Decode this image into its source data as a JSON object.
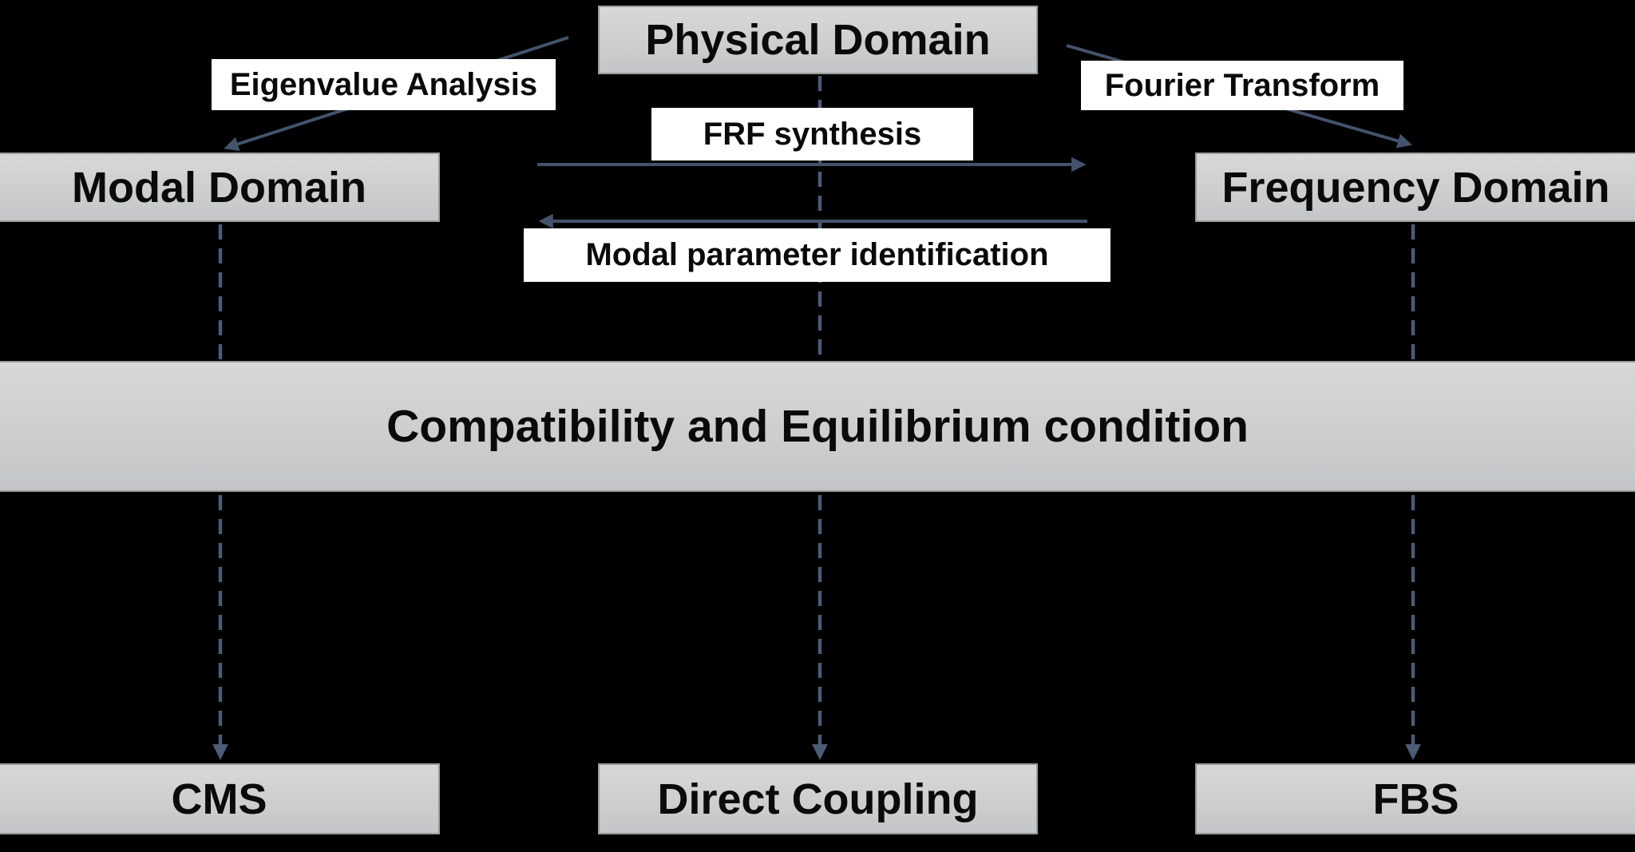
{
  "colors": {
    "background": "#000000",
    "box_top": "#d8d8d8",
    "box_bottom": "#c3c6c8",
    "box_border": "#9b9b9b",
    "label_bg": "#ffffff",
    "text": "#0a0a0a",
    "arrow": "#44536b",
    "dashed": "#4c5b76"
  },
  "nodes": {
    "physical_domain": "Physical Domain",
    "modal_domain": "Modal Domain",
    "frequency_domain": "Frequency Domain",
    "compatibility_bar": "Compatibility and Equilibrium condition",
    "cms": "CMS",
    "direct_coupling": "Direct Coupling",
    "fbs": "FBS"
  },
  "edge_labels": {
    "eigenvalue_analysis": "Eigenvalue Analysis",
    "fourier_transform": "Fourier Transform",
    "frf_synthesis": "FRF synthesis",
    "modal_parameter_identification": "Modal parameter identification"
  }
}
